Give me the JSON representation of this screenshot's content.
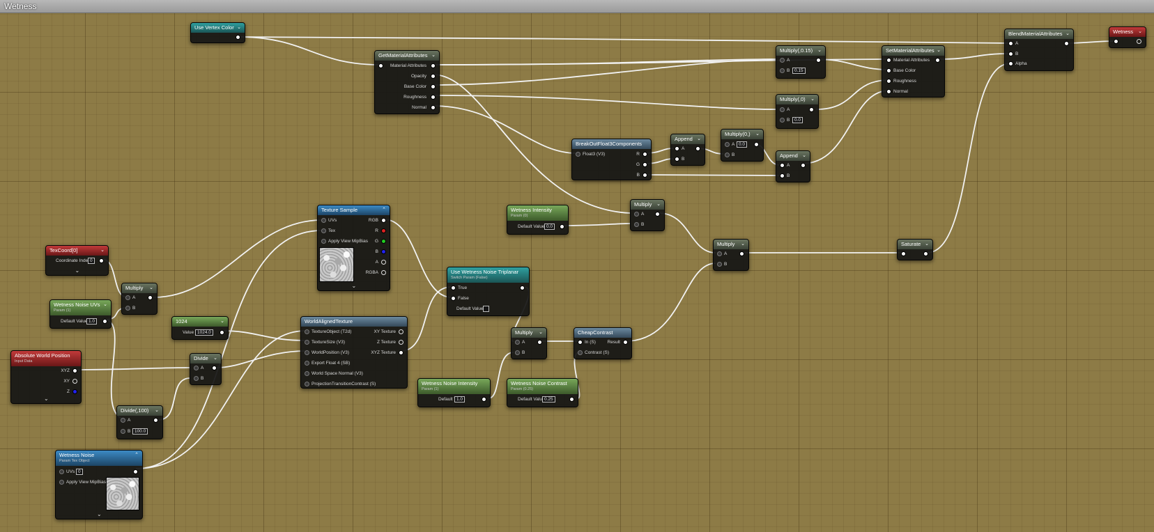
{
  "window": {
    "title": "Wetness"
  },
  "nodes": {
    "use_vertex_color": {
      "title": "Use Vertex Color"
    },
    "get_material_attributes": {
      "title": "GetMaterialAttributes",
      "inputs": [
        ""
      ],
      "outputs": [
        "Material Attributes",
        "Opacity",
        "Base Color",
        "Roughness",
        "Normal"
      ]
    },
    "multiply_015": {
      "title": "Multiply(,0.15)",
      "pin_a": "A",
      "pin_b": "B",
      "b_value": "0.15"
    },
    "set_material_attributes": {
      "title": "SetMaterialAttributes",
      "inputs": [
        "Material Attributes",
        "Base Color",
        "Roughness",
        "Normal"
      ]
    },
    "blend_material_attributes": {
      "title": "BlendMaterialAttributes",
      "inputs": [
        "A",
        "B",
        "Alpha"
      ]
    },
    "wetness_output": {
      "title": "Wetness"
    },
    "multiply_0": {
      "title": "Multiply(,0)",
      "pin_a": "A",
      "pin_b": "B",
      "b_value": "0.0"
    },
    "break_out": {
      "title": "BreakOutFloat3Components",
      "input": "Float3 (V3)",
      "outputs": [
        "R",
        "G",
        "B"
      ]
    },
    "append_1": {
      "title": "Append",
      "pin_a": "A",
      "pin_b": "B"
    },
    "multiply_0_b": {
      "title": "Multiply(0,)",
      "a_value": "0.0",
      "pin_a": "A",
      "pin_b": "B"
    },
    "append_2": {
      "title": "Append",
      "pin_a": "A",
      "pin_b": "B"
    },
    "texture_sample": {
      "title": "Texture Sample",
      "inputs": [
        "UVs",
        "Tex",
        "Apply View MipBias"
      ],
      "outputs": [
        "RGB",
        "R",
        "G",
        "B",
        "A",
        "RGBA"
      ]
    },
    "wetness_intensity": {
      "title": "Wetness Intensity",
      "subtitle": "Param (0)",
      "label": "Default Value",
      "value": "0.0"
    },
    "multiply_mid": {
      "title": "Multiply",
      "pin_a": "A",
      "pin_b": "B"
    },
    "multiply_center": {
      "title": "Multiply",
      "pin_a": "A",
      "pin_b": "B"
    },
    "saturate": {
      "title": "Saturate"
    },
    "texcoord": {
      "title": "TexCoord[0]",
      "label": "Coordinate Index",
      "value": "0"
    },
    "multiply_left": {
      "title": "Multiply",
      "pin_a": "A",
      "pin_b": "B"
    },
    "wetness_noise_uvs": {
      "title": "Wetness Noise UVs",
      "subtitle": "Param (1)",
      "label": "Default Value",
      "value": "1.0"
    },
    "const_1024": {
      "title": "1024",
      "label": "Value",
      "value": "1024.0"
    },
    "world_aligned_texture": {
      "title": "WorldAlignedTexture",
      "inputs": [
        "TextureObject (T2d)",
        "TextureSize (V3)",
        "WorldPosition (V3)",
        "Export Float 4 (SB)",
        "World Space Normal (V3)",
        "ProjectionTransitionContrast (S)"
      ],
      "outputs": [
        "XY Texture",
        "Z Texture",
        "XYZ Texture"
      ]
    },
    "use_wetness_noise_triplanar": {
      "title": "Use Wetness Noise Triplanar",
      "subtitle": "Switch Param (False)",
      "inputs": [
        "True",
        "False"
      ],
      "label": "Default Value"
    },
    "multiply_noise": {
      "title": "Multiply",
      "pin_a": "A",
      "pin_b": "B"
    },
    "cheap_contrast": {
      "title": "CheapContrast",
      "inputs": [
        "In (S)",
        "Contrast (S)"
      ],
      "output": "Result"
    },
    "absolute_world_position": {
      "title": "Absolute World Position",
      "subtitle": "Input Data",
      "outputs": [
        "XYZ",
        "XY",
        "Z"
      ]
    },
    "divide": {
      "title": "Divide",
      "pin_a": "A",
      "pin_b": "B"
    },
    "wetness_noise_intensity": {
      "title": "Wetness Noise Intensity",
      "subtitle": "Param (1)",
      "label": "Default Value",
      "value": "1.0"
    },
    "wetness_noise_contrast": {
      "title": "Wetness Noise Contrast",
      "subtitle": "Param (0.25)",
      "label": "Default Value",
      "value": "0.25"
    },
    "divide_100": {
      "title": "Divide(,100)",
      "pin_a": "A",
      "pin_b": "B",
      "b_value": "100.0"
    },
    "wetness_noise": {
      "title": "Wetness Noise",
      "subtitle": "Param Tex Object",
      "inputs": [
        "UVs",
        "Apply View MipBias"
      ],
      "uvs_value": "0"
    }
  },
  "colors": {
    "canvas": "#8d7b46",
    "wire": "#ffffff",
    "param_header": "#5f8a45",
    "texture_header": "#2f74a8",
    "input_header": "#a02a2a"
  }
}
